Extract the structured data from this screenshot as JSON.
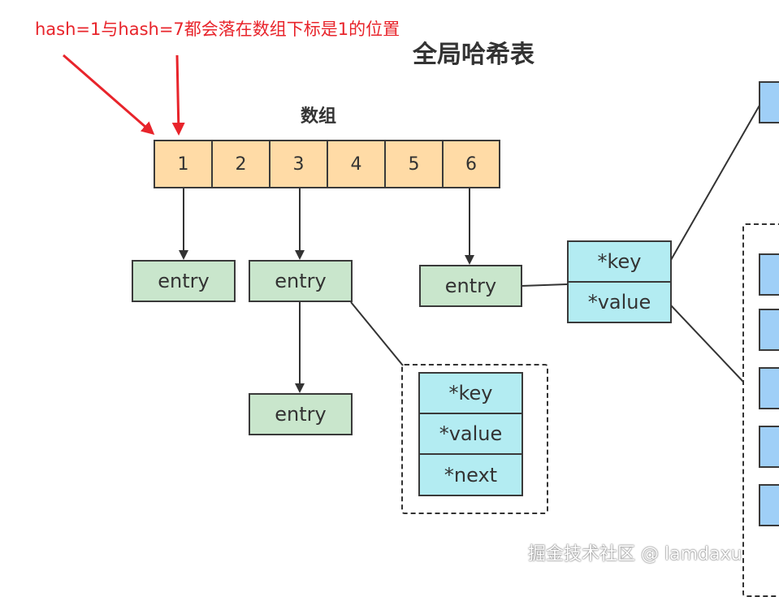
{
  "annotation": {
    "text": "hash=1与hash=7都会落在数组下标是1的位置",
    "color": "#e8242b"
  },
  "title": "全局哈希表",
  "array": {
    "label": "数组",
    "cells": [
      "1",
      "2",
      "3",
      "4",
      "5",
      "6"
    ]
  },
  "entries": {
    "label": "entry"
  },
  "node_fields": {
    "key": "*key",
    "value": "*value",
    "next": "*next"
  },
  "colors": {
    "array_cell": "#ffdba6",
    "entry": "#c9e6cc",
    "field": "#b3ecf2",
    "side_block": "#9fcff7",
    "arrow_red": "#e8242b"
  },
  "watermark": "掘金技术社区 @ lamdaxu"
}
